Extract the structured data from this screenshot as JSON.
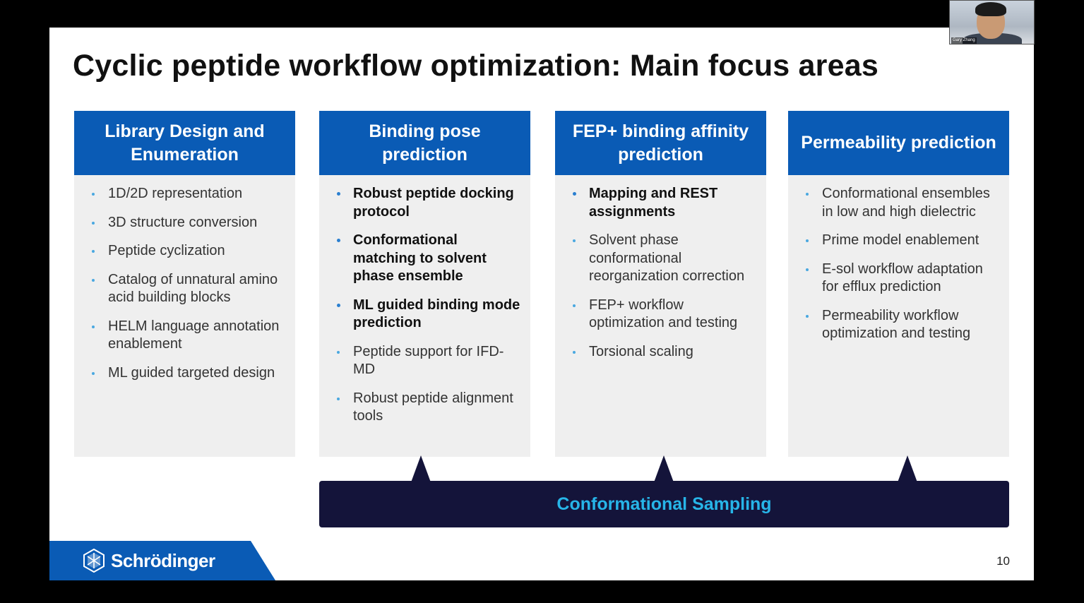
{
  "slide": {
    "title": "Cyclic peptide workflow optimization: Main focus areas",
    "columns": [
      {
        "heading": "Library Design and Enumeration",
        "items": [
          {
            "text": "1D/2D representation",
            "bold": false
          },
          {
            "text": "3D structure conversion",
            "bold": false
          },
          {
            "text": "Peptide cyclization",
            "bold": false
          },
          {
            "text": "Catalog of unnatural amino acid building blocks",
            "bold": false
          },
          {
            "text": "HELM language annotation enablement",
            "bold": false
          },
          {
            "text": "ML guided targeted design",
            "bold": false
          }
        ]
      },
      {
        "heading": "Binding pose prediction",
        "items": [
          {
            "text": "Robust peptide docking protocol",
            "bold": true
          },
          {
            "text": "Conformational matching to solvent phase ensemble",
            "bold": true
          },
          {
            "text": "ML guided binding mode prediction",
            "bold": true
          },
          {
            "text": "Peptide support for IFD-MD",
            "bold": false
          },
          {
            "text": "Robust peptide alignment tools",
            "bold": false
          }
        ]
      },
      {
        "heading": "FEP+ binding affinity prediction",
        "items": [
          {
            "text": "Mapping and REST assignments",
            "bold": true
          },
          {
            "text": "Solvent phase conformational reorganization correction",
            "bold": false
          },
          {
            "text": "FEP+ workflow optimization and testing",
            "bold": false
          },
          {
            "text": "Torsional scaling",
            "bold": false
          }
        ]
      },
      {
        "heading": "Permeability prediction",
        "items": [
          {
            "text": "Conformational ensembles in low and high dielectric",
            "bold": false
          },
          {
            "text": "Prime model enablement",
            "bold": false
          },
          {
            "text": "E-sol workflow adaptation for efflux prediction",
            "bold": false
          },
          {
            "text": "Permeability workflow optimization and testing",
            "bold": false
          }
        ]
      }
    ],
    "sampling_label": "Conformational Sampling",
    "logo_text": "Schrödinger",
    "logo_icon": "schrodinger-logo-icon",
    "page_number": "10"
  },
  "webcam": {
    "participant_name": "Gary Zhang"
  },
  "colors": {
    "header_blue": "#0a5bb5",
    "body_gray": "#efefef",
    "navy": "#14143a",
    "cyan_text": "#27b5e8",
    "bullet": "#4aa8e0"
  }
}
